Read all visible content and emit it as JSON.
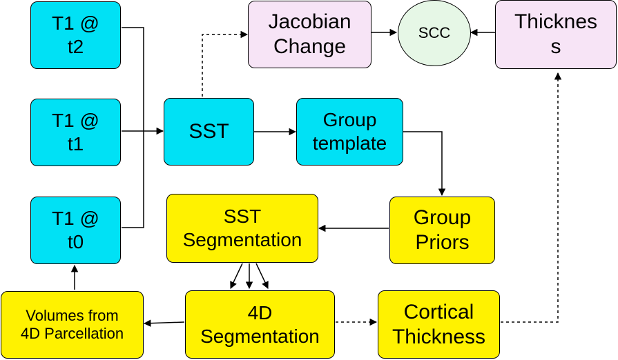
{
  "colors": {
    "cyan": "#00e1f5",
    "yellow": "#fff200",
    "pink": "#f7e4f6",
    "green": "#e6f7e6",
    "line": "#000000"
  },
  "nodes": {
    "t1_t2": "T1 @\nt2",
    "t1_t1": "T1 @\nt1",
    "t1_t0": "T1 @\nt0",
    "sst": "SST",
    "jacobian": "Jacobian\nChange",
    "scc": "SCC",
    "thickness": "Thicknes\ns",
    "group_template": "Group\ntemplate",
    "sst_segmentation": "SST\nSegmentation",
    "group_priors": "Group\nPriors",
    "volumes": "Volumes from\n4D Parcellation",
    "seg4d": "4D\nSegmentation",
    "cortical_thickness": "Cortical\nThickness"
  },
  "edges": [
    {
      "from": "t1_t2",
      "to": "sst",
      "style": "solid"
    },
    {
      "from": "t1_t1",
      "to": "sst",
      "style": "solid"
    },
    {
      "from": "t1_t0",
      "to": "sst",
      "style": "solid"
    },
    {
      "from": "sst",
      "to": "group_template",
      "style": "solid"
    },
    {
      "from": "sst",
      "to": "jacobian",
      "style": "dashed"
    },
    {
      "from": "jacobian",
      "to": "scc",
      "style": "solid"
    },
    {
      "from": "thickness",
      "to": "scc",
      "style": "solid"
    },
    {
      "from": "group_template",
      "to": "group_priors",
      "style": "solid"
    },
    {
      "from": "group_priors",
      "to": "sst_segmentation",
      "style": "solid"
    },
    {
      "from": "sst_segmentation",
      "to": "seg4d",
      "style": "solid"
    },
    {
      "from": "seg4d",
      "to": "volumes",
      "style": "solid"
    },
    {
      "from": "volumes",
      "to": "t1_t0",
      "style": "solid"
    },
    {
      "from": "seg4d",
      "to": "cortical_thickness",
      "style": "dashed"
    },
    {
      "from": "cortical_thickness",
      "to": "thickness",
      "style": "dashed"
    }
  ]
}
